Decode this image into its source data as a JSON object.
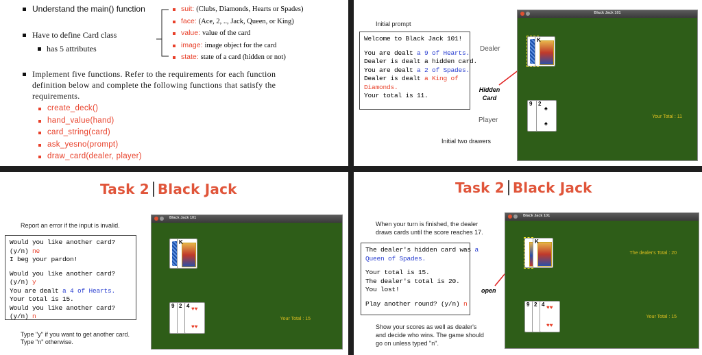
{
  "panel1": {
    "b1": "Understand the main() function",
    "b2": "Have to define Card class",
    "b2a": "has 5 attributes",
    "attrs": [
      {
        "name": "suit:",
        "desc": "(Clubs, Diamonds, Hearts or Spades)"
      },
      {
        "name": "face:",
        "desc": "(Ace, 2, .., Jack, Queen, or King)"
      },
      {
        "name": "value:",
        "desc": "value of the card"
      },
      {
        "name": "image:",
        "desc": "image object for the card"
      },
      {
        "name": "state:",
        "desc": "state of a card (hidden or not)"
      }
    ],
    "b3": "Implement five functions. Refer to the requirements for each function definition below and complete the following functions that satisfy the requirements.",
    "funcs": [
      "create_deck()",
      "hand_value(hand)",
      "card_string(card)",
      "ask_yesno(prompt)",
      "draw_card(dealer, player)"
    ]
  },
  "panel2": {
    "initial_prompt": "Initial prompt",
    "console": {
      "l1": "Welcome to Black Jack 101!",
      "l2a": "You are dealt ",
      "l2b": "a 9 of Hearts.",
      "l3": "Dealer is dealt a hidden card.",
      "l4a": "You are dealt ",
      "l4b": "a 2 of Spades.",
      "l5a": "Dealer is dealt ",
      "l5b": "a King of",
      "l6": "Diamonds.",
      "l7": "Your total is 11."
    },
    "dealer_label": "Dealer",
    "hidden_card_label": "Hidden Card",
    "player_label": "Player",
    "caption": "Initial two drawers",
    "window_title": "Black Jack 101",
    "your_total": "Your Total : 11"
  },
  "panel3": {
    "heading_a": "Task 2",
    "heading_b": "Black Jack",
    "report": "Report an error if the input is invalid.",
    "console": {
      "l1": "Would you like another card?",
      "l2a": "(y/n) ",
      "l2b": "ne",
      "l3": "I beg your pardon!",
      "l4": "Would you like another card?",
      "l5a": "(y/n) ",
      "l5b": "y",
      "l6a": "You are dealt ",
      "l6b": "a 4 of Hearts.",
      "l7": "Your total is 15.",
      "l8": "Would you like another card?",
      "l9a": "(y/n) ",
      "l9b": "n"
    },
    "foot1": "Type \"y\" if you want to get another card.",
    "foot2": "Type \"n\" otherwise.",
    "window_title": "Black Jack 101",
    "your_total": "Your Total : 15"
  },
  "panel4": {
    "heading_a": "Task 2",
    "heading_b": "Black Jack",
    "top1": "When your turn is finished, the dealer",
    "top2": "draws cards until the score reaches 17.",
    "console": {
      "l1a": "The dealer's hidden card was ",
      "l1b": "a",
      "l2": "Queen of Spades.",
      "l3": "Your total is 15.",
      "l4": "The dealer's total is 20.",
      "l5": "You lost!",
      "l6a": "Play another round? (y/n) ",
      "l6b": "n"
    },
    "open_label": "open",
    "foot1": "Show your scores as well as dealer's",
    "foot2": "and decide who wins. The game should",
    "foot3": "go on unless typed \"n\".",
    "window_title": "Black Jack 101",
    "dealer_total": "The dealer's Total : 20",
    "your_total": "Your Total : 15"
  },
  "cards": {
    "k": "K",
    "two": "2",
    "nine": "9",
    "four": "4"
  },
  "colors": {
    "accent_red": "#e8402a",
    "blue_text": "#2a3fd0",
    "felt_green": "#2e5d18",
    "total_yellow": "#e0c020"
  }
}
